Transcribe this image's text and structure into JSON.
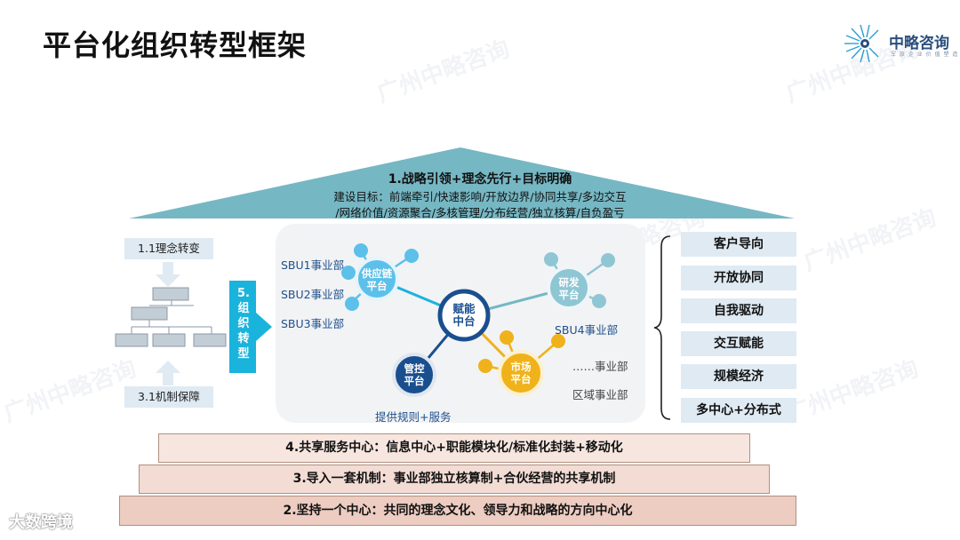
{
  "title": "平台化组织转型框架",
  "logo": {
    "name": "中略咨询",
    "tagline": "军 旅 企 业 价 值 塑 造"
  },
  "watermark": "广州中略咨询",
  "roof": {
    "title": "1.战略引领+理念先行+目标明确",
    "line1": "建设目标：前端牵引/快速影响/开放边界/协同共享/多边交互",
    "line2": "/网络价值/资源聚合/多核管理/分布经营/独立核算/自负盈亏"
  },
  "left": {
    "top": "1.1理念转变",
    "bottom": "3.1机制保障",
    "arrow": "5.\n组\n织\n转\n型"
  },
  "center": {
    "sbus_left": [
      "SBU1事业部",
      "SBU2事业部",
      "SBU3事业部"
    ],
    "sbu4": "SBU4事业部",
    "more": "……事业部",
    "region": "区域事业部",
    "supply": "供应链\n平台",
    "rd": "研发\n平台",
    "hub": "赋能\n中台",
    "control": "管控\n平台",
    "market": "市场\n平台",
    "rules": "提供规则+服务"
  },
  "right_items": [
    "客户导向",
    "开放协同",
    "自我驱动",
    "交互赋能",
    "规模经济",
    "多中心+分布式"
  ],
  "steps": [
    "4.共享服务中心：信息中心+职能模块化/标准化封装+移动化",
    "3.导入一套机制：事业部独立核算制+合伙经营的共享机制",
    "2.坚持一个中心：共同的理念文化、领导力和战略的方向中心化"
  ],
  "brand": "大数跨境",
  "colors": {
    "roof": "#76b7c4",
    "accent": "#1ab3dc",
    "navy": "#1a4f8f",
    "gold": "#f0b21a",
    "lightblue": "#5cc0ea",
    "step": "#f2dcd4"
  }
}
